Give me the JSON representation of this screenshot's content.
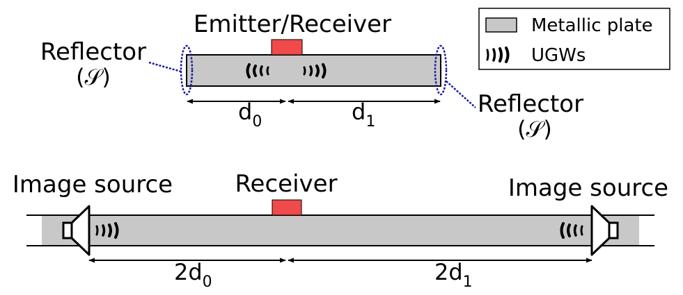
{
  "top": {
    "emitter_label": "Emitter/Receiver",
    "reflector_left": {
      "name": "Reflector",
      "symbol": "(𝒮)"
    },
    "reflector_right": {
      "name": "Reflector",
      "symbol": "(𝒮)"
    },
    "d0": {
      "base": "d",
      "sub": "0"
    },
    "d1": {
      "base": "d",
      "sub": "1"
    }
  },
  "legend": {
    "items": [
      {
        "label": "Metallic plate",
        "icon": "gray-rectangle"
      },
      {
        "label": "UGWs",
        "icon": "wave-arcs"
      }
    ]
  },
  "bottom": {
    "receiver_label": "Receiver",
    "image_source_left": "Image source",
    "image_source_right": "Image source",
    "d0": {
      "base": "2d",
      "sub": "0"
    },
    "d1": {
      "base": "2d",
      "sub": "1"
    }
  },
  "colors": {
    "plate": "#c8c8c8",
    "transducer": "#f04a4a",
    "reflector": "#1a1aa0",
    "line": "#000000"
  }
}
